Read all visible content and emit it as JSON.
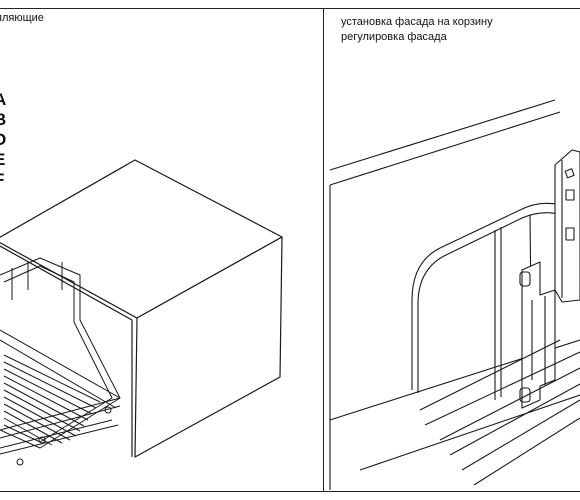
{
  "left_panel": {
    "caption": "яляющие",
    "part_letters": [
      "A",
      "B",
      "D",
      "E",
      "F"
    ]
  },
  "right_panel": {
    "caption_line1": "установка фасада на корзину",
    "caption_line2": "регулировка фасада"
  }
}
